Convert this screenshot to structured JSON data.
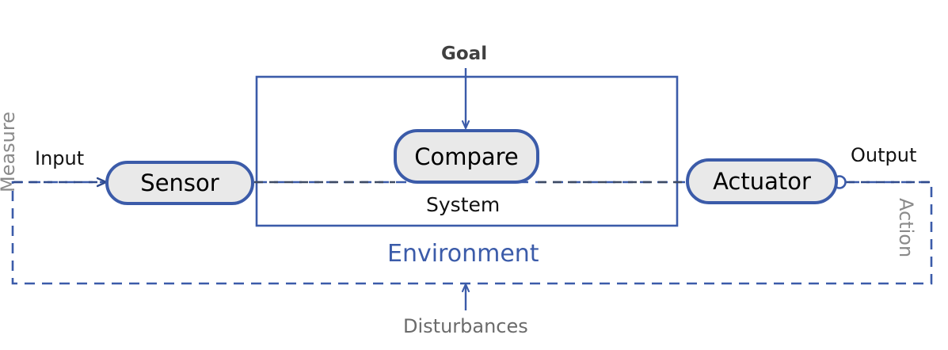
{
  "diagram": {
    "title_concept": "Control loop / feedback system",
    "system_box": {
      "label": "System",
      "border_color": "#3b5ba9"
    },
    "environment_box": {
      "label": "Environment",
      "label_color": "#3b5ba9",
      "border_color": "#3b5ba9",
      "border_style": "dashed"
    },
    "nodes": [
      {
        "id": "sensor",
        "label": "Sensor",
        "fill": "#e9e9e9",
        "stroke": "#3b5ba9"
      },
      {
        "id": "compare",
        "label": "Compare",
        "fill": "#e9e9e9",
        "stroke": "#3b5ba9"
      },
      {
        "id": "actuator",
        "label": "Actuator",
        "fill": "#e9e9e9",
        "stroke": "#3b5ba9"
      }
    ],
    "labels": {
      "goal": "Goal",
      "input": "Input",
      "output": "Output",
      "measure": "Measure",
      "action": "Action",
      "disturbances": "Disturbances"
    },
    "connectors": [
      {
        "name": "goal-arrow",
        "from": "Goal",
        "to": "Compare",
        "style": "solid",
        "arrow": "down",
        "color": "#3b5ba9"
      },
      {
        "name": "input-arrow",
        "from": "Input",
        "to": "Sensor",
        "style": "dashed",
        "arrow": "right",
        "color": "#2f4a8c"
      },
      {
        "name": "sensor-compare",
        "from": "Sensor",
        "to": "Compare",
        "style": "dashed",
        "arrow": "none",
        "color": "#3d4a63"
      },
      {
        "name": "compare-actuator",
        "from": "Compare",
        "to": "Actuator",
        "style": "dashed",
        "arrow": "none",
        "color": "#3d4a63"
      },
      {
        "name": "actuator-output",
        "from": "Actuator",
        "to": "Output",
        "style": "dashed",
        "arrow": "none",
        "color": "#2f4a8c",
        "endpoint": "open-circle"
      },
      {
        "name": "disturbances-arrow",
        "from": "Disturbances",
        "to": "Environment",
        "style": "solid",
        "arrow": "up",
        "color": "#3b5ba9"
      }
    ],
    "colors": {
      "accent_blue": "#3b5ba9",
      "node_fill": "#e9e9e9",
      "gray_text": "#8a8a8a",
      "dark_text": "#111111",
      "goal_text": "#404040",
      "disturbance_text": "#6b6b6b"
    }
  }
}
